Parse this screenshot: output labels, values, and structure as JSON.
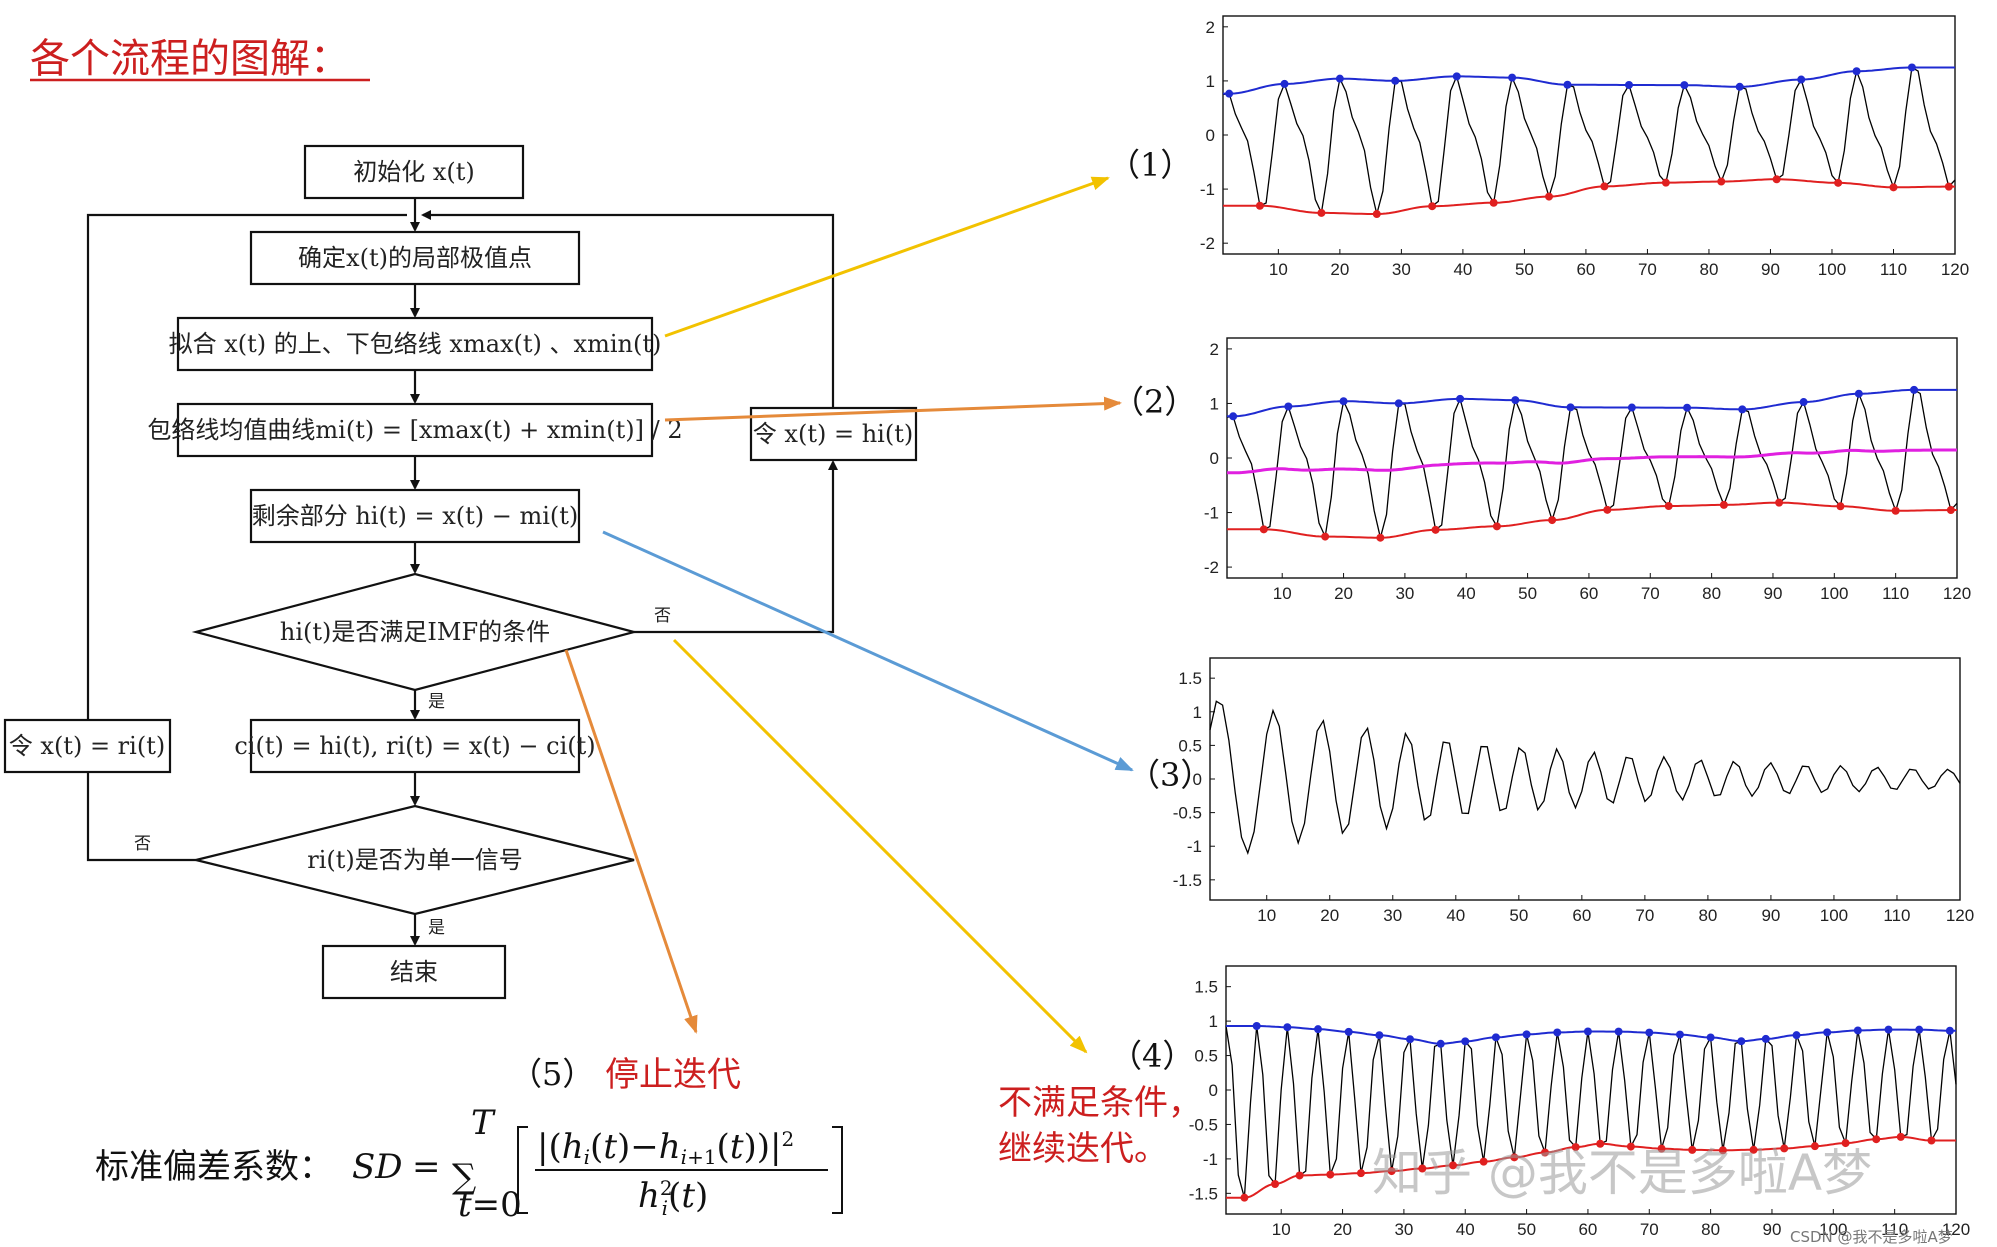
{
  "title": "各个流程的图解：",
  "flowchart": {
    "init": "初始化 x(t)",
    "extrema": "确定x(t)的局部极值点",
    "envelope": "拟合 x(t) 的上、下包络线 xmax(t) 、xmin(t)",
    "mean": "包络线均值曲线mi(t) = [xmax(t) + xmin(t)] / 2",
    "residual": "剩余部分 hi(t) = x(t) − mi(t)",
    "imf_check": "hi(t)是否满足IMF的条件",
    "assign_c": "ci(t) = hi(t), ri(t) = x(t) − ci(t)",
    "single_check": "ri(t)是否为单一信号",
    "end": "结束",
    "let_x_h": "令 x(t) = hi(t)",
    "let_x_r": "令 x(t) = ri(t)",
    "yes": "是",
    "no": "否"
  },
  "labels": {
    "step1": "（1）",
    "step2": "（2）",
    "step3": "（3）",
    "step4": "（4）",
    "step5": "（5）",
    "stop": "停止迭代",
    "continue_line1": "不满足条件，",
    "continue_line2": "继续迭代。",
    "sd_label": "标准偏差系数：",
    "sd_formula": "SD = Σ_{t=0}^{T} [ |(hi(t) − hi+1(t))|² / hi²(t) ]"
  },
  "watermark": {
    "main": "知乎 @我不是多啦A梦",
    "small": "CSDN @我不是多啦A梦"
  },
  "colors": {
    "title_red": "#cc1f1f",
    "arrow_yellow": "#f2c200",
    "arrow_orange": "#e58a3a",
    "arrow_blue": "#5b9bd5",
    "upper_env": "#1f2bd1",
    "lower_env": "#e02020",
    "mean_env": "#e020e0",
    "signal": "#000000"
  },
  "chart_data": [
    {
      "type": "line",
      "panel": 1,
      "xticks": [
        10,
        20,
        30,
        40,
        50,
        60,
        70,
        80,
        90,
        100,
        110,
        120
      ],
      "yticks": [
        -2,
        -1,
        0,
        1,
        2
      ],
      "xlim": [
        1,
        120
      ],
      "ylim": [
        -2.2,
        2.2
      ],
      "series": [
        {
          "role": "signal",
          "color": "#000000"
        },
        {
          "role": "upper-envelope",
          "color": "#1f2bd1"
        },
        {
          "role": "lower-envelope",
          "color": "#e02020"
        }
      ]
    },
    {
      "type": "line",
      "panel": 2,
      "xticks": [
        10,
        20,
        30,
        40,
        50,
        60,
        70,
        80,
        90,
        100,
        110,
        120
      ],
      "yticks": [
        -2,
        -1,
        0,
        1,
        2
      ],
      "xlim": [
        1,
        120
      ],
      "ylim": [
        -2.2,
        2.2
      ],
      "series": [
        {
          "role": "signal",
          "color": "#000000"
        },
        {
          "role": "upper-envelope",
          "color": "#1f2bd1"
        },
        {
          "role": "lower-envelope",
          "color": "#e02020"
        },
        {
          "role": "mean-envelope",
          "color": "#e020e0"
        }
      ]
    },
    {
      "type": "line",
      "panel": 3,
      "xticks": [
        10,
        20,
        30,
        40,
        50,
        60,
        70,
        80,
        90,
        100,
        110,
        120
      ],
      "yticks": [
        -1.5,
        -1,
        -0.5,
        0,
        0.5,
        1,
        1.5
      ],
      "xlim": [
        1,
        120
      ],
      "ylim": [
        -1.8,
        1.8
      ],
      "series": [
        {
          "role": "signal",
          "color": "#000000"
        }
      ]
    },
    {
      "type": "line",
      "panel": 4,
      "xticks": [
        10,
        20,
        30,
        40,
        50,
        60,
        70,
        80,
        90,
        100,
        110,
        120
      ],
      "yticks": [
        -1.5,
        -1,
        -0.5,
        0,
        0.5,
        1,
        1.5
      ],
      "xlim": [
        1,
        120
      ],
      "ylim": [
        -1.8,
        1.8
      ],
      "series": [
        {
          "role": "signal",
          "color": "#000000"
        },
        {
          "role": "upper-envelope",
          "color": "#1f2bd1"
        },
        {
          "role": "lower-envelope",
          "color": "#e02020"
        }
      ]
    }
  ]
}
